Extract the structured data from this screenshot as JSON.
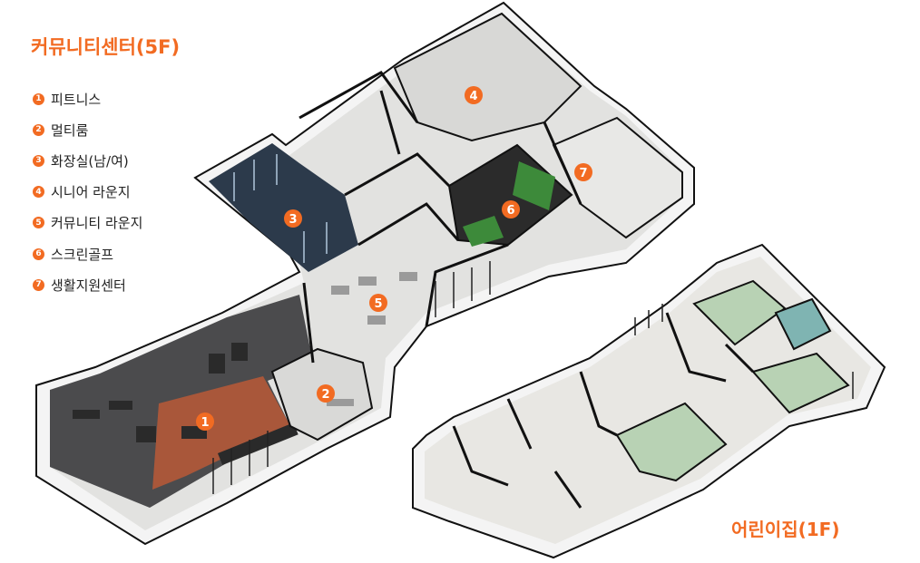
{
  "floor5": {
    "title": "커뮤니티센터(5F)",
    "rooms": [
      {
        "num": "1",
        "label": "피트니스"
      },
      {
        "num": "2",
        "label": "멀티룸"
      },
      {
        "num": "3",
        "label": "화장실(남/여)"
      },
      {
        "num": "4",
        "label": "시니어 라운지"
      },
      {
        "num": "5",
        "label": "커뮤니티 라운지"
      },
      {
        "num": "6",
        "label": "스크린골프"
      },
      {
        "num": "7",
        "label": "생활지원센터"
      }
    ]
  },
  "floor1": {
    "title": "어린이집(1F)"
  },
  "colors": {
    "accent": "#f26b22",
    "wall": "#111111",
    "floor": "#e4e4e2",
    "fitness_floor": "#a9573a",
    "golf_screen": "#3d8a3a",
    "kids_mat": "#b8d2b4"
  }
}
